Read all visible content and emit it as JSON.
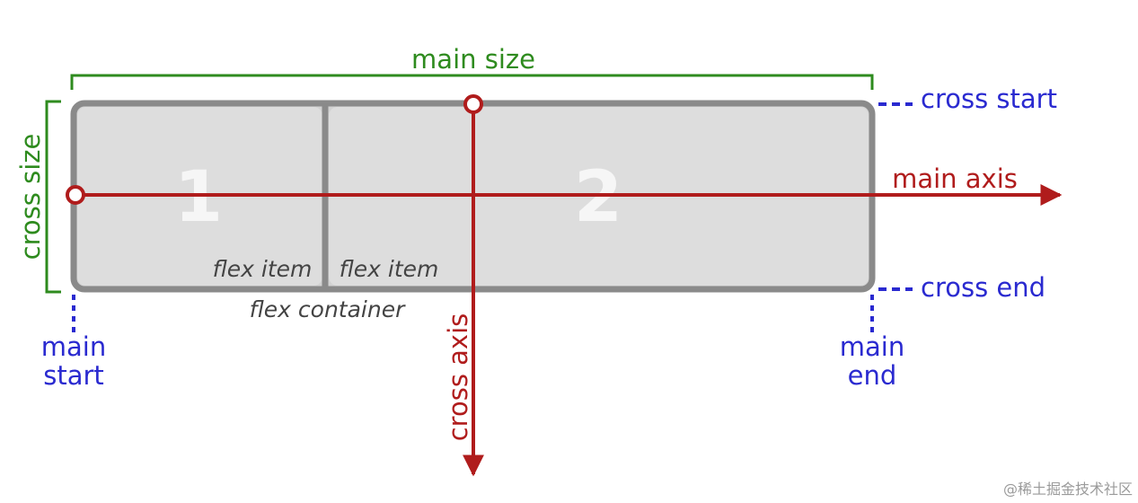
{
  "labels": {
    "main_size": "main size",
    "cross_size": "cross size",
    "cross_start": "cross start",
    "cross_end": "cross end",
    "main_axis": "main axis",
    "cross_axis": "cross axis",
    "main_start_line1": "main",
    "main_start_line2": "start",
    "main_end_line1": "main",
    "main_end_line2": "end",
    "flex_container": "flex container",
    "item1_caption": "flex item",
    "item2_caption": "flex item"
  },
  "items": [
    {
      "number": "1"
    },
    {
      "number": "2"
    }
  ],
  "watermark": "@稀土掘金技术社区",
  "colors": {
    "size_lines": "#2e8b1e",
    "edge_lines": "#2a2ad0",
    "axes": "#b01c1c",
    "container_border": "#8a8a8a",
    "item_fill": "#dddddd",
    "item_number": "#f6f6f6",
    "caption": "#444444"
  }
}
